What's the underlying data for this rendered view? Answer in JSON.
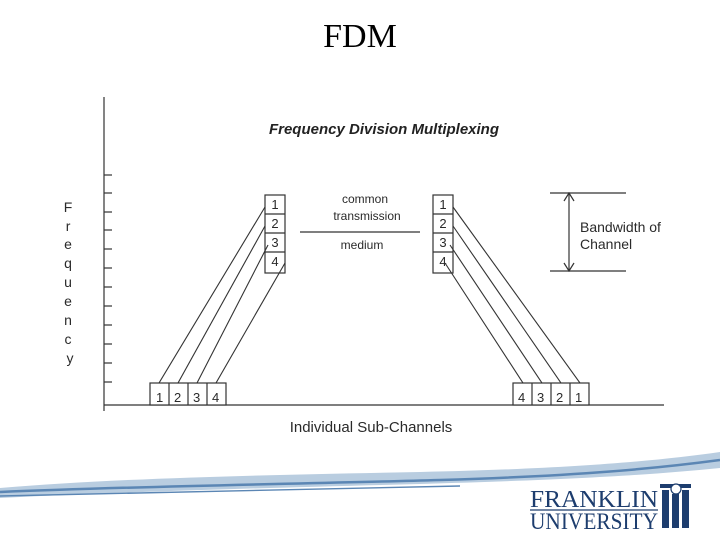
{
  "slide": {
    "title": "FDM"
  },
  "diagram": {
    "title": "Frequency Division Multiplexing",
    "y_axis_label": "Frequency",
    "x_axis_label": "Individual Sub-Channels",
    "medium_label_line1": "common",
    "medium_label_line2": "transmission",
    "medium_label_line3": "medium",
    "bandwidth_label_line1": "Bandwidth of",
    "bandwidth_label_line2": "Channel",
    "left_stack": [
      "1",
      "2",
      "3",
      "4"
    ],
    "right_stack": [
      "1",
      "2",
      "3",
      "4"
    ],
    "left_subchannels": [
      "1",
      "2",
      "3",
      "4"
    ],
    "right_subchannels": [
      "4",
      "3",
      "2",
      "1"
    ]
  },
  "logo": {
    "line1": "FRANKLIN",
    "line2": "UNIVERSITY"
  },
  "colors": {
    "brand_blue": "#1d3d6e",
    "swoosh_light": "#b9cde0",
    "swoosh_mid": "#5b86b4"
  }
}
